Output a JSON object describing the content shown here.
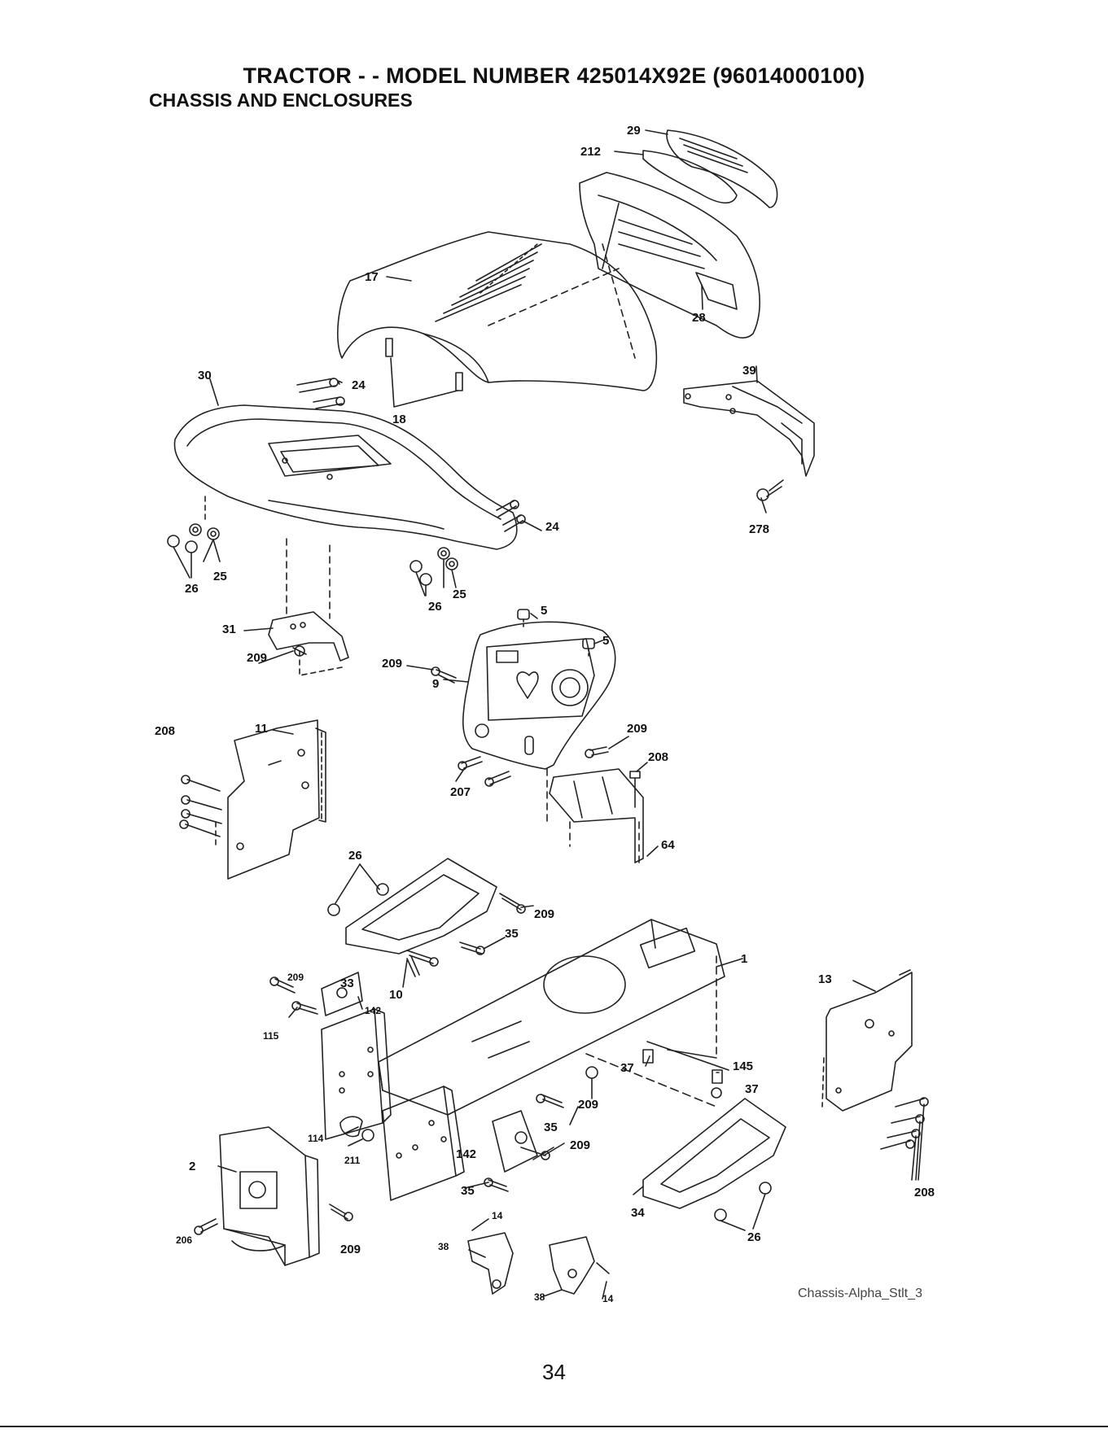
{
  "header": {
    "title": "TRACTOR - - MODEL NUMBER  425014X92E (96014000100)",
    "subtitle": "CHASSIS AND ENCLOSURES"
  },
  "callouts": {
    "c1": "1",
    "c2": "2",
    "c5a": "5",
    "c5b": "5",
    "c9": "9",
    "c10": "10",
    "c11": "11",
    "c13": "13",
    "c14a": "14",
    "c14b": "14",
    "c17": "17",
    "c18": "18",
    "c24a": "24",
    "c24b": "24",
    "c25a": "25",
    "c25b": "25",
    "c26a": "26",
    "c26b": "26",
    "c26c": "26",
    "c26d": "26",
    "c28": "28",
    "c29": "29",
    "c30": "30",
    "c31": "31",
    "c33": "33",
    "c34": "34",
    "c35a": "35",
    "c35b": "35",
    "c35c": "35",
    "c37a": "37",
    "c37b": "37",
    "c38a": "38",
    "c38b": "38",
    "c39": "39",
    "c64": "64",
    "c114": "114",
    "c115": "115",
    "c142a": "142",
    "c142b": "142",
    "c145": "145",
    "c206": "206",
    "c207": "207",
    "c208a": "208",
    "c208b": "208",
    "c208c": "208",
    "c209a": "209",
    "c209b": "209",
    "c209c": "209",
    "c209d": "209",
    "c209e": "209",
    "c209f": "209",
    "c209g": "209",
    "c209h": "209",
    "c211": "211",
    "c212": "212",
    "c278": "278"
  },
  "footer": {
    "drawing_ref": "Chassis-Alpha_Stlt_3",
    "page_number": "34"
  }
}
